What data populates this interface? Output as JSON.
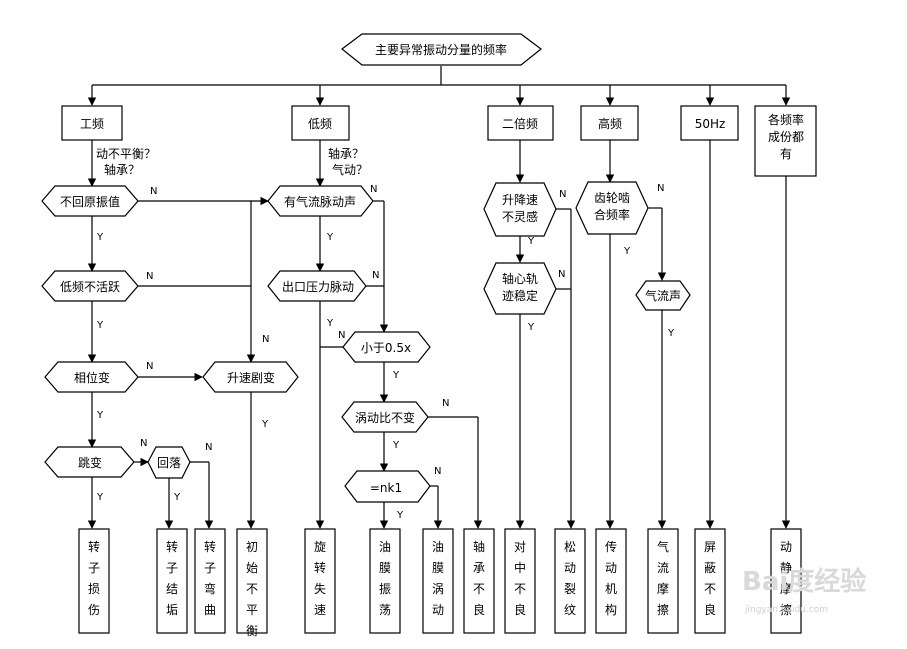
{
  "root": "主要异常振动分量的频率",
  "branches": {
    "power_freq": "工频",
    "low_freq": "低频",
    "double_freq": "二倍频",
    "high_freq": "高频",
    "hz50": "50Hz",
    "all_freq": "各频率成份都有"
  },
  "notes": {
    "power_freq": [
      "动不平衡？",
      "轴承？"
    ],
    "low_freq": [
      "轴承？",
      "气动？"
    ]
  },
  "decisions": {
    "not_return": "不回原振值",
    "low_freq_inactive": "低频不活跃",
    "phase_change": "相位变",
    "jump": "跳变",
    "fallback": "回落",
    "speed_up": "升速剧变",
    "air_pulse": "有气流脉动声",
    "outlet_pulse": "出口压力脉动",
    "less_half": "小于0.5x",
    "whirl_ratio": "涡动比不变",
    "eq_nk1": "=nk1",
    "speed_sensitive": "升降速不灵感",
    "axis_stable": "轴心轨迹稳定",
    "gear_mesh": "齿轮啮合频率",
    "air_sound": "气流声"
  },
  "results": {
    "rotor_damage": "转子损伤",
    "rotor_scale": "转子结垢",
    "rotor_bend": "转子弯曲",
    "initial_unbalance": "初始不平衡",
    "rotating_stall": "旋转失速",
    "oil_oscillation": "油膜振荡",
    "oil_whirl": "油膜涡动",
    "bearing_bad": "轴承不良",
    "misalignment": "对中不良",
    "loose_crack": "松动裂纹",
    "transmission": "传动机构",
    "air_friction": "气流摩擦",
    "shield_bad": "屏蔽不良",
    "dynamic_static_friction": "动静摩擦"
  },
  "edge_labels": {
    "yes": "Y",
    "no": "N"
  },
  "watermark": {
    "brand": "Bai度经验",
    "url": "jingyan.baidu.com"
  }
}
